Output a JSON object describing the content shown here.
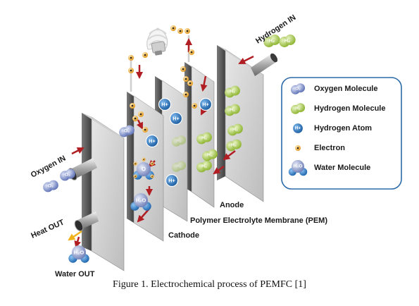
{
  "labels": {
    "oxygen_in": "Oxygen IN",
    "hydrogen_in": "Hydrogen IN",
    "heat_out": "Heat OUT",
    "water_out": "Water OUT",
    "cathode": "Cathode",
    "anode": "Anode",
    "pem": "Polymer Electrolyte Membrane (PEM)"
  },
  "legend": {
    "items": [
      {
        "label": "Oxygen Molecule",
        "symbol": "O₂",
        "icon": "oxygen-molecule-icon"
      },
      {
        "label": "Hydrogen Molecule",
        "symbol": "H₂",
        "icon": "hydrogen-molecule-icon"
      },
      {
        "label": "Hydrogen Atom",
        "symbol": "H+",
        "icon": "hydrogen-atom-icon"
      },
      {
        "label": "Electron",
        "symbol": "",
        "icon": "electron-icon"
      },
      {
        "label": "Water Molecule",
        "symbol": "H₂O",
        "icon": "water-molecule-icon"
      }
    ]
  },
  "glyphs": {
    "o2": "O₂",
    "h2": "H₂",
    "hplus": "H+",
    "h2o": "H₂O",
    "o": "O"
  },
  "caption": "Figure 1. Electrochemical process of PEMFC [1]",
  "colors": {
    "plate_light": "#d7d7d7",
    "plate_dark": "#545454",
    "arrow": "#b01e23",
    "oxygen": "#5b6fb5",
    "hydrogen": "#9ec23c",
    "hplus": "#1f77c9",
    "electron": "#f2a31b",
    "legend_border": "#2a6aa8"
  }
}
